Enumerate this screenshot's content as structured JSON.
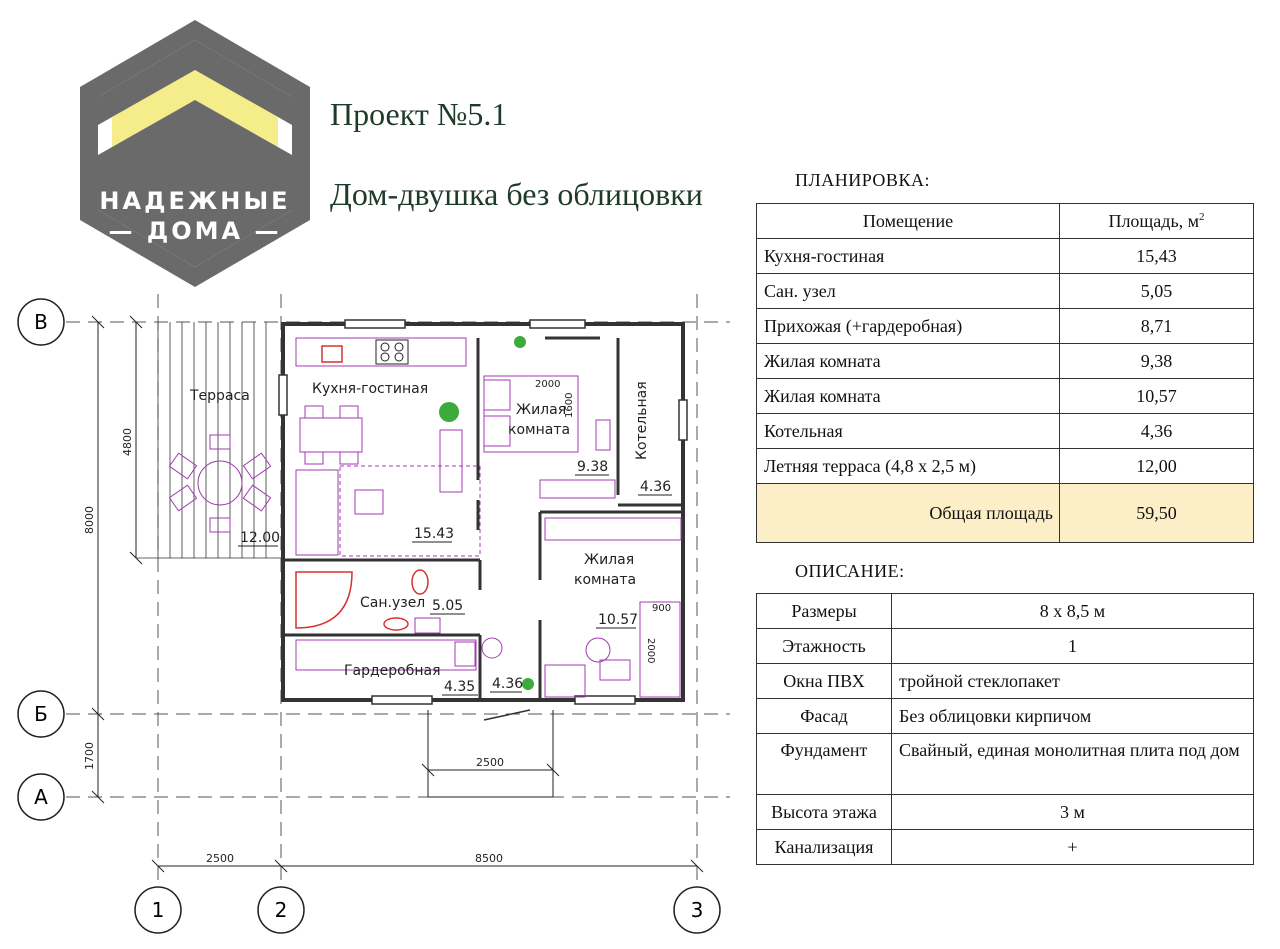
{
  "brand": {
    "line1": "НАДЕЖНЫЕ",
    "line2": "ДОМА",
    "colors": {
      "grey": "#666666",
      "yellow": "#f5ec8a"
    }
  },
  "project": {
    "title": "Проект №5.1",
    "subtitle": "Дом-двушка без облицовки"
  },
  "layout_table": {
    "section_title": "ПЛАНИРОВКА:",
    "header": {
      "room": "Помещение",
      "area": "Площадь, м",
      "area_sup": "2"
    },
    "rows": [
      {
        "room": "Кухня-гостиная",
        "area": "15,43"
      },
      {
        "room": "Сан. узел",
        "area": "5,05"
      },
      {
        "room": "Прихожая (+гардеробная)",
        "area": "8,71"
      },
      {
        "room": "Жилая комната",
        "area": "9,38"
      },
      {
        "room": "Жилая комната",
        "area": "10,57"
      },
      {
        "room": "Котельная",
        "area": "4,36"
      },
      {
        "room": "Летняя терраса (4,8 х 2,5 м)",
        "area": "12,00"
      }
    ],
    "total": {
      "label": "Общая площадь",
      "value": "59,50"
    }
  },
  "description_table": {
    "section_title": "ОПИСАНИЕ:",
    "rows": [
      {
        "key": "Размеры",
        "value": "8 х 8,5 м"
      },
      {
        "key": "Этажность",
        "value": "1"
      },
      {
        "key": "Окна ПВХ",
        "value": "тройной стеклопакет"
      },
      {
        "key": "Фасад",
        "value": "Без облицовки кирпичом"
      },
      {
        "key": "Фундамент",
        "value": "Свайный, единая монолитная плита под дом"
      },
      {
        "key": "Высота этажа",
        "value": "3 м"
      },
      {
        "key": "Канализация",
        "value": "+"
      }
    ]
  },
  "floor_plan": {
    "axes": {
      "rows": [
        "В",
        "Б",
        "А"
      ],
      "cols": [
        "1",
        "2",
        "3"
      ]
    },
    "dimensions": {
      "d4800": "4800",
      "d8000": "8000",
      "d1700": "1700",
      "d2500_bottom": "2500",
      "d8500": "8500",
      "d2500_porch": "2500"
    },
    "rooms": {
      "terrace": {
        "label": "Терраса",
        "area": "12.00"
      },
      "kitchen": {
        "label": "Кухня-гостиная",
        "area": "15.43"
      },
      "bedroom1": {
        "label_line1": "Жилая",
        "label_line2": "комната",
        "area": "9.38",
        "bed_w": "2000",
        "bed_l": "1600"
      },
      "boiler": {
        "label": "Котельная",
        "area": "4.36"
      },
      "bedroom2": {
        "label_line1": "Жилая",
        "label_line2": "комната",
        "area": "10.57",
        "bed_w": "900",
        "bed_l": "2000"
      },
      "bathroom": {
        "label": "Сан.узел",
        "area": "5.05"
      },
      "wardrobe": {
        "label": "Гардеробная",
        "area": "4.35"
      },
      "hall": {
        "area": "4.36"
      }
    },
    "colors": {
      "furniture": "#a23bb3",
      "plant": "#3caa3c",
      "wall": "#333333",
      "sanitary": "#d93030"
    }
  }
}
